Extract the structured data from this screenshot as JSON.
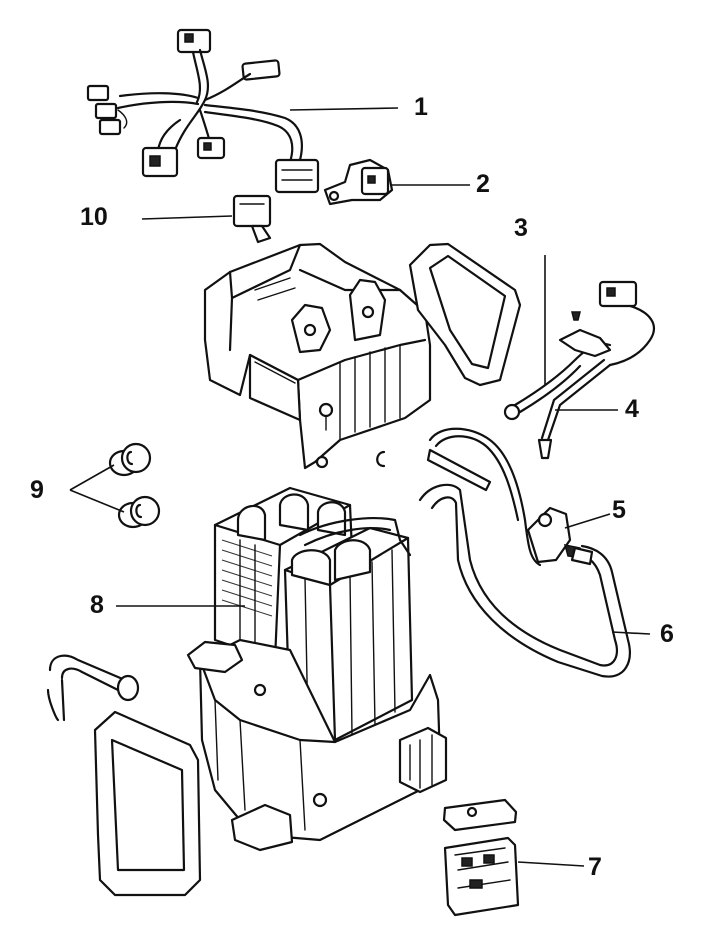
{
  "callouts": [
    {
      "id": "1",
      "label": "1"
    },
    {
      "id": "2",
      "label": "2"
    },
    {
      "id": "3",
      "label": "3"
    },
    {
      "id": "4",
      "label": "4"
    },
    {
      "id": "5",
      "label": "5"
    },
    {
      "id": "6",
      "label": "6"
    },
    {
      "id": "7",
      "label": "7"
    },
    {
      "id": "8",
      "label": "8"
    },
    {
      "id": "9",
      "label": "9"
    },
    {
      "id": "10",
      "label": "10"
    }
  ],
  "parts": [
    {
      "id": "wiring-harness",
      "callout": "1"
    },
    {
      "id": "relay-connector",
      "callout": "2"
    },
    {
      "id": "thermistor-wire",
      "callout": "3"
    },
    {
      "id": "sensor-wire",
      "callout": "4"
    },
    {
      "id": "expansion-valve",
      "callout": "5"
    },
    {
      "id": "refrigerant-pipe",
      "callout": "6"
    },
    {
      "id": "control-amplifier",
      "callout": "7"
    },
    {
      "id": "evaporator-core",
      "callout": "8"
    },
    {
      "id": "grommets",
      "callout": "9"
    },
    {
      "id": "relay",
      "callout": "10"
    }
  ],
  "colors": {
    "ink": "#111111",
    "paper": "#ffffff"
  }
}
